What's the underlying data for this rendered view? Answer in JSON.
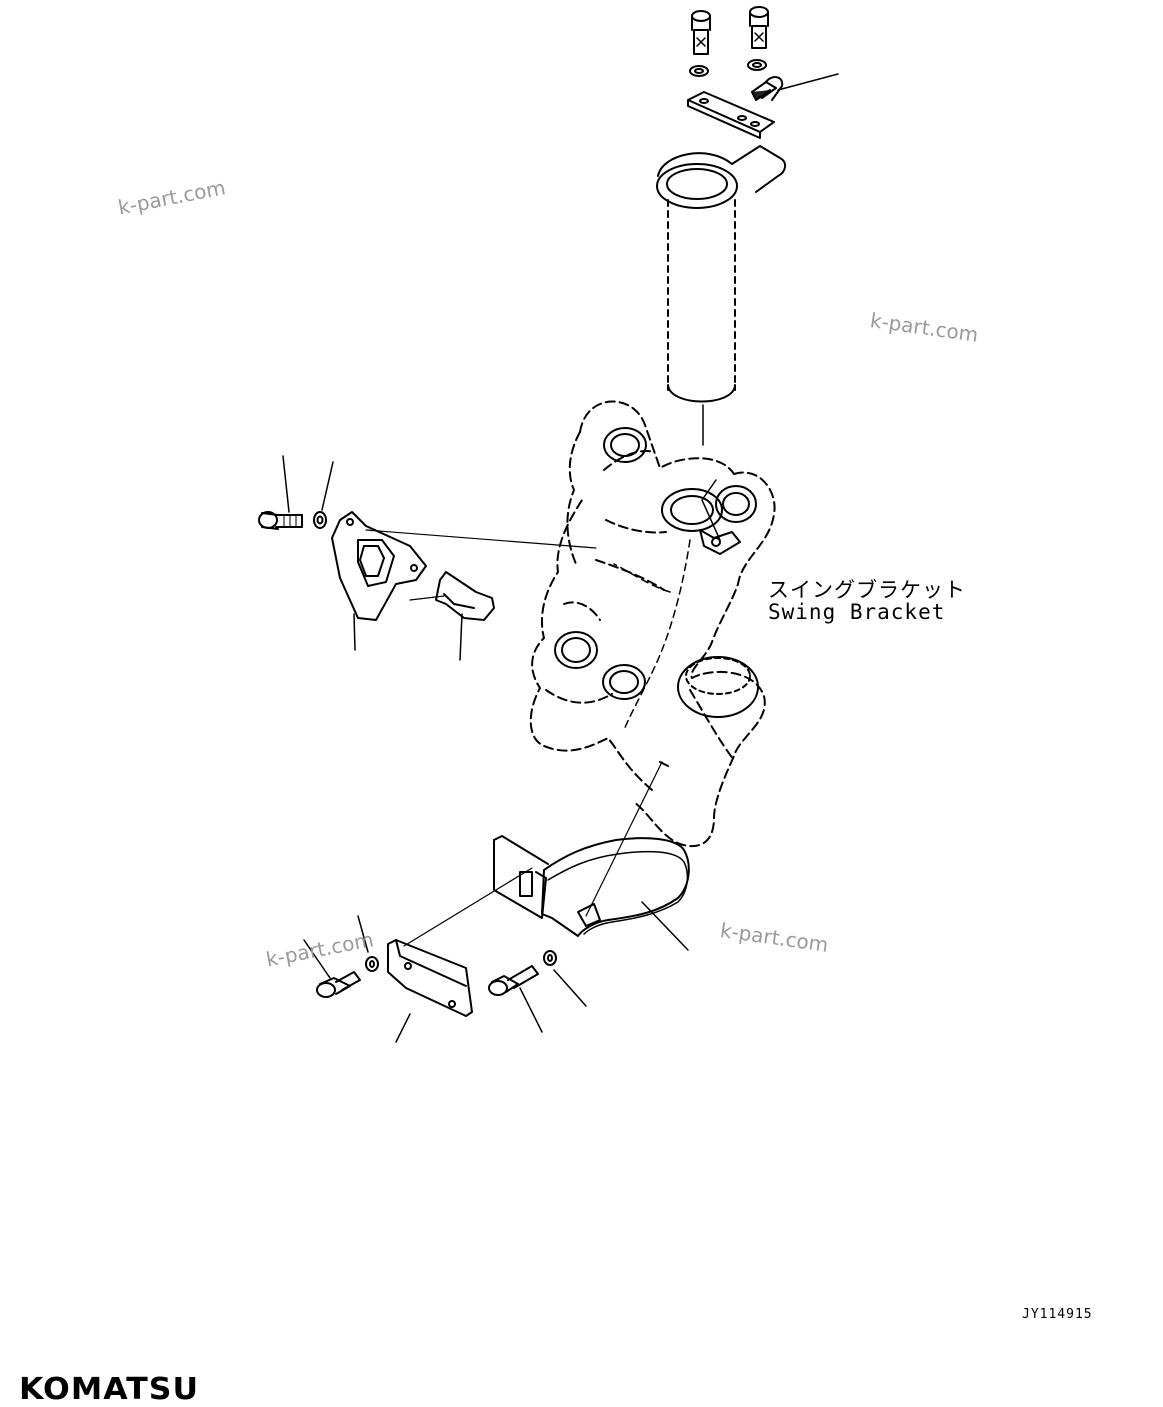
{
  "diagram": {
    "component_label_jp": "スイングブラケット",
    "component_label_en": "Swing Bracket",
    "drawing_code": "JY114915",
    "brand": "KOMATSU",
    "watermark": "k-part.com"
  }
}
